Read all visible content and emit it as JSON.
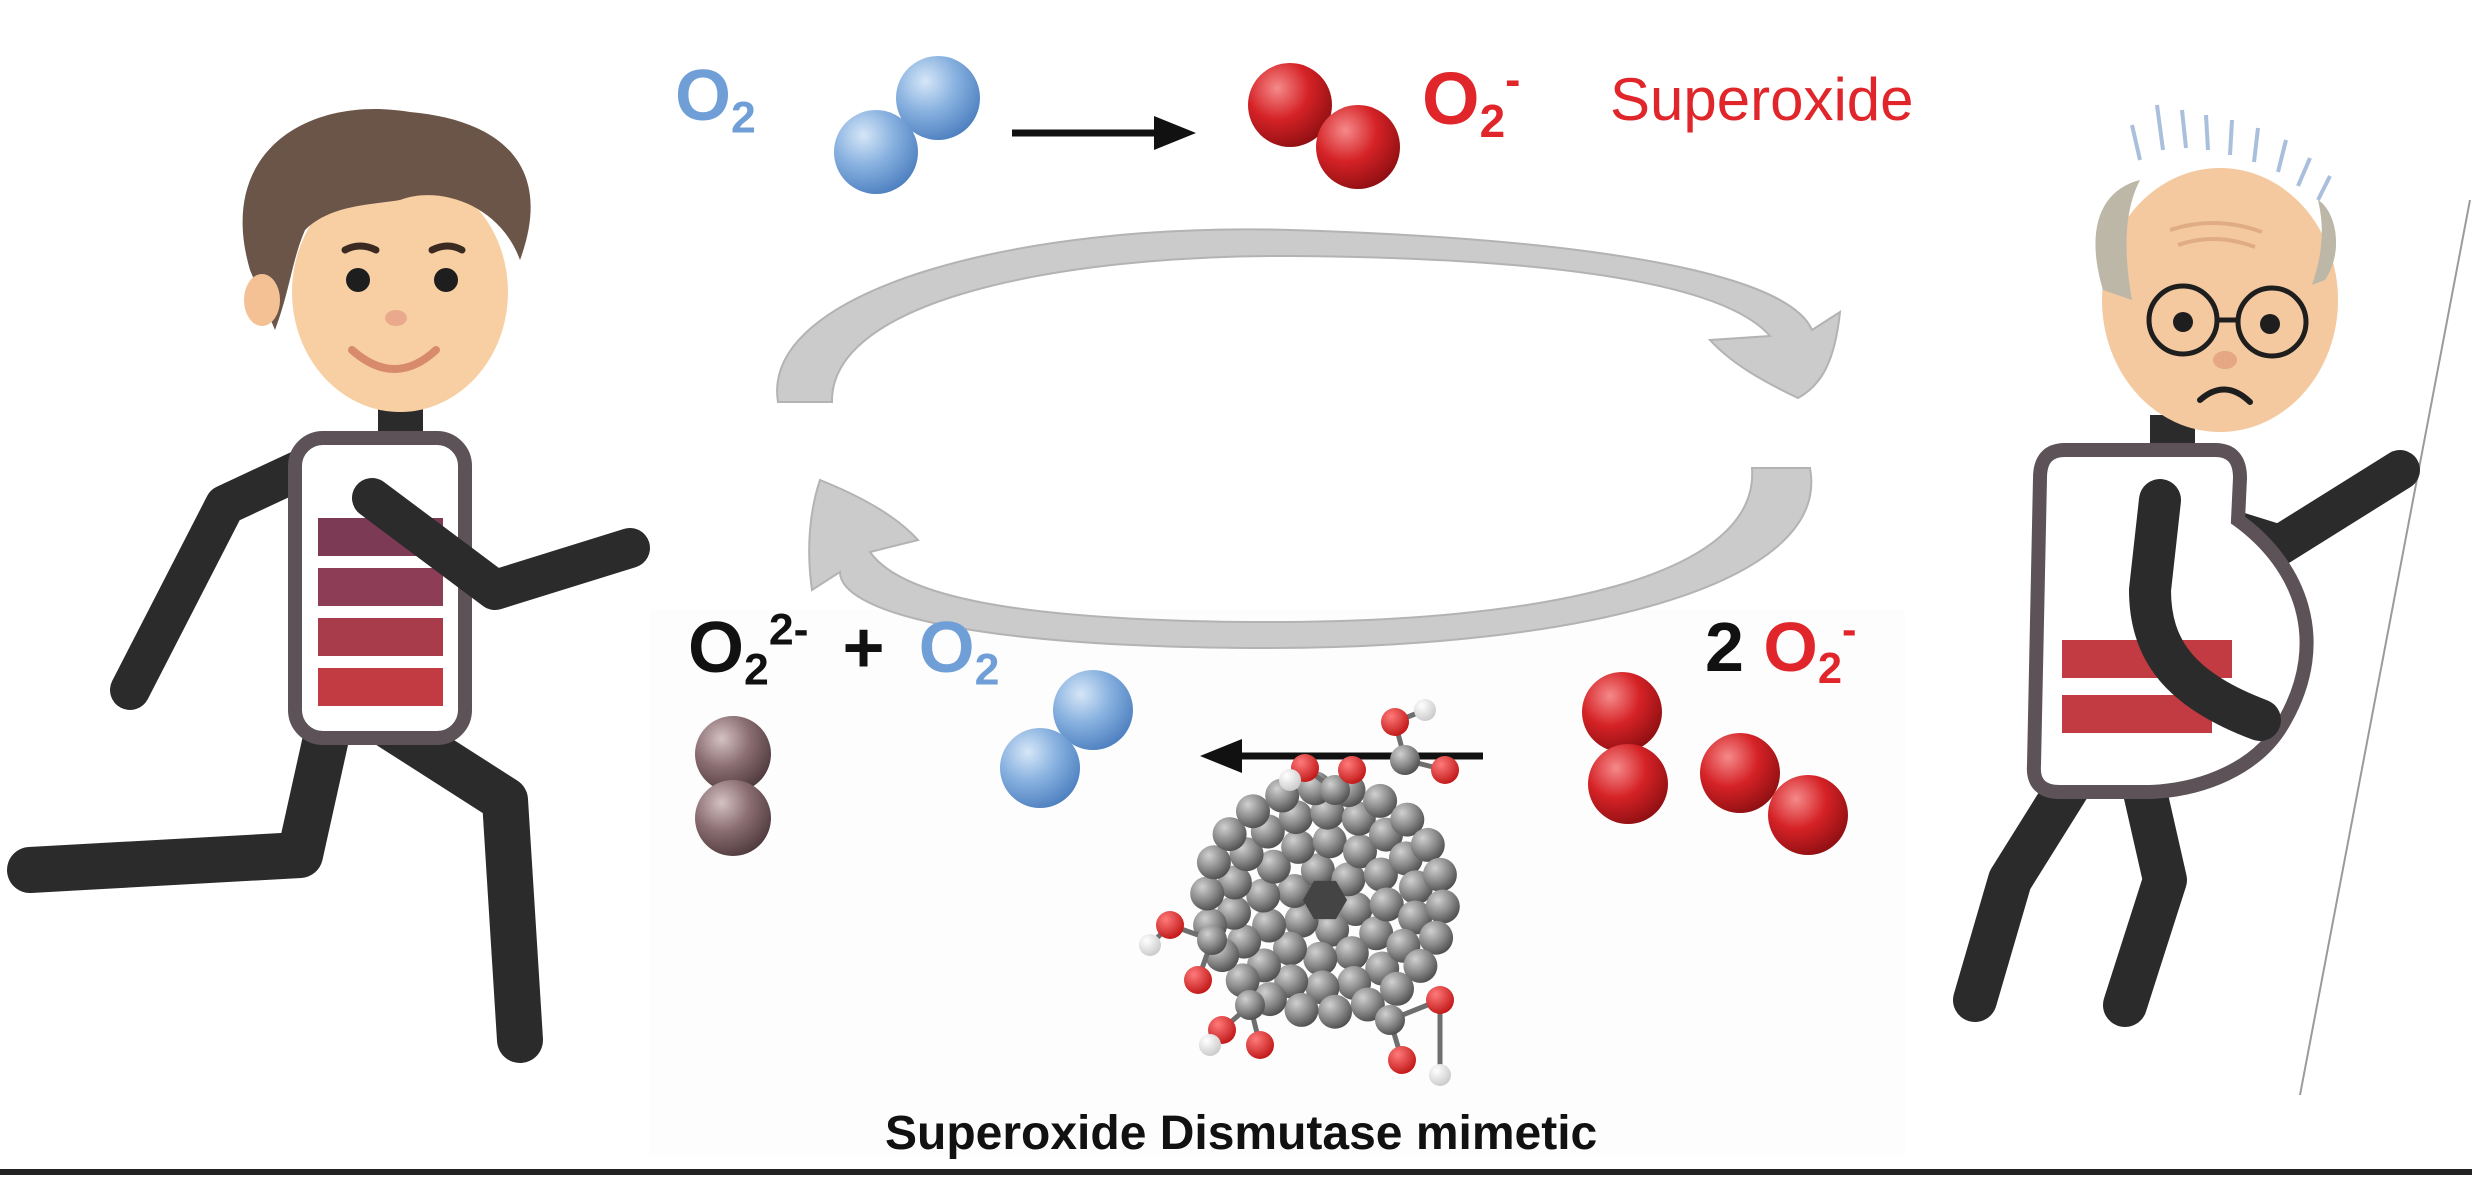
{
  "top_reaction": {
    "reactant": {
      "base": "O",
      "sub": "2",
      "color": "#6f9fd6"
    },
    "product": {
      "base": "O",
      "sub": "2",
      "sup": "-",
      "color": "#e0262a"
    },
    "product_name": "Superoxide"
  },
  "bottom_reaction": {
    "reactant": {
      "coef": "2",
      "base": "O",
      "sub": "2",
      "sup": "-"
    },
    "product_a": {
      "base": "O",
      "sub": "2",
      "sup": "2-"
    },
    "plus": "+",
    "product_b": {
      "base": "O",
      "sub": "2"
    }
  },
  "caption": "Superoxide Dismutase mimetic",
  "colors": {
    "oxygen_blue": "#6f9fd6",
    "superoxide_red": "#d52226",
    "peroxide_mauve": "#8a6d71",
    "character_dark": "#2b2b2b",
    "battery_full": "#c03a3f",
    "cycle_arrow": "#c6c6c6",
    "fullerene_gray": "#8d8d8d"
  },
  "characters": {
    "left": {
      "role": "young-runner",
      "battery_level": 1.0,
      "battery_bars": 4
    },
    "right": {
      "role": "elderly-man",
      "battery_level": 0.5,
      "battery_bars": 2
    }
  }
}
